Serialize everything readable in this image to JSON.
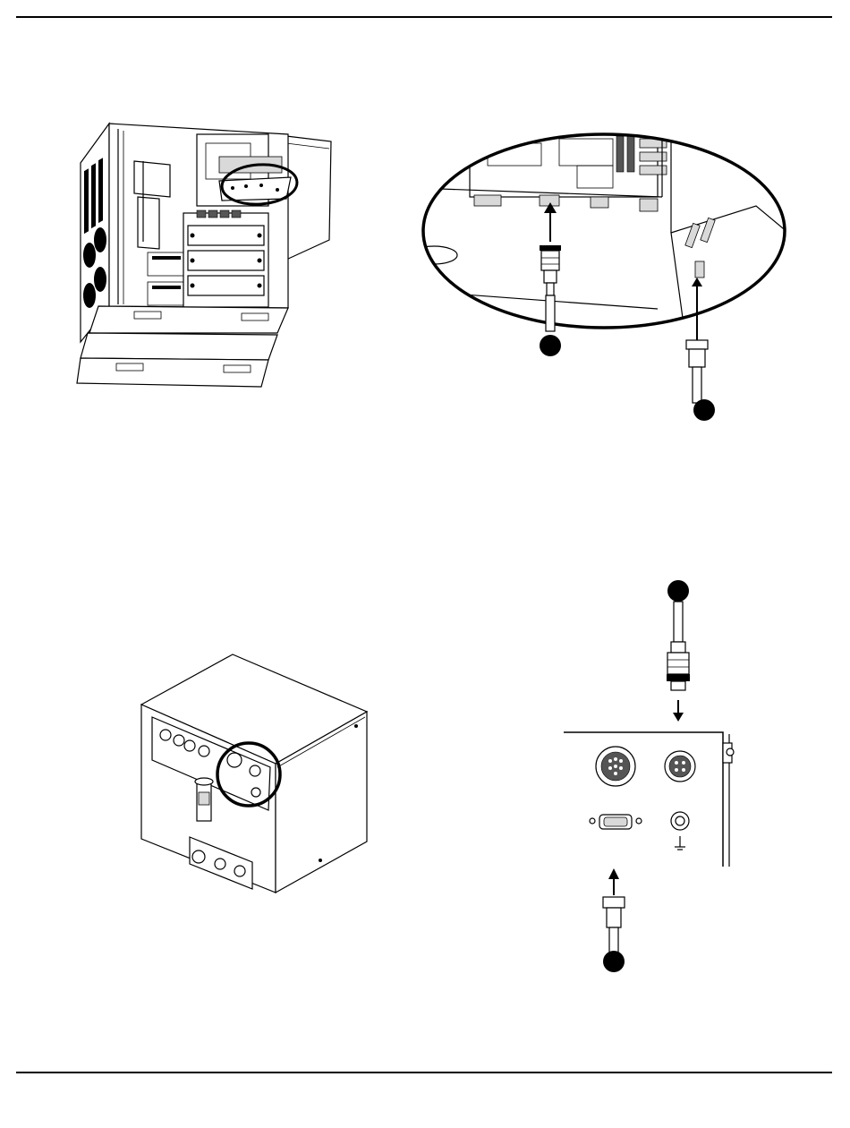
{
  "figures": [
    {
      "id": "fig-cabinet-overview",
      "icon": "power-supply-cabinet-icon"
    },
    {
      "id": "fig-cabinet-connector-detail",
      "icon": "connector-detail-icon"
    },
    {
      "id": "fig-gas-console-overview",
      "icon": "gas-console-icon"
    },
    {
      "id": "fig-gas-console-connector-detail",
      "icon": "rear-panel-connector-icon"
    }
  ],
  "callouts": [
    "",
    "",
    "",
    ""
  ],
  "colors": {
    "ink": "#000000",
    "paper": "#ffffff",
    "shade": "#d9d9d9"
  }
}
